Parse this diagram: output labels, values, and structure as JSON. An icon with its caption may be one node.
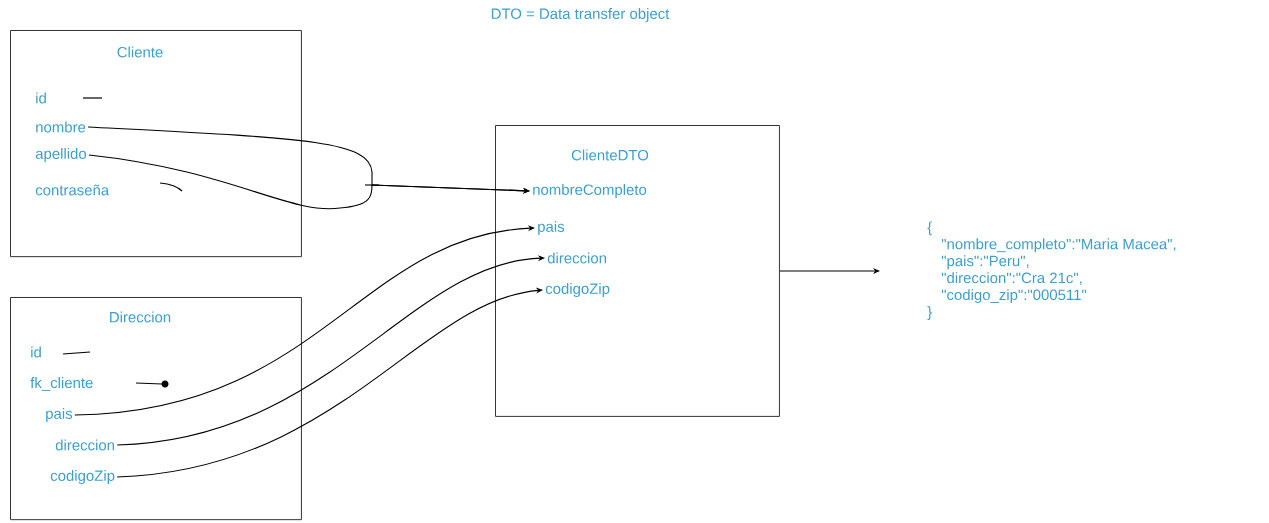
{
  "diagram": {
    "title": "DTO = Data transfer object",
    "nodes": [
      {
        "text": [
          "Cliente"
        ]
      },
      {
        "text": [
          "id"
        ],
        "in": 0
      },
      {
        "text": [
          "nombre"
        ],
        "in": 0
      },
      {
        "text": [
          "apellido"
        ],
        "in": 0
      },
      {
        "text": [
          "contraseña"
        ],
        "in": 0
      },
      {
        "text": [
          "ClienteDTO"
        ]
      },
      {
        "text": [
          "nombreCompleto"
        ],
        "in": 5
      },
      {
        "text": [
          "pais"
        ],
        "in": 5
      },
      {
        "text": [
          "direccion"
        ],
        "in": 5
      },
      {
        "text": [
          "codigoZip"
        ],
        "in": 5
      },
      {
        "text": [
          "Direccion"
        ]
      },
      {
        "text": [
          "id"
        ],
        "in": 10
      },
      {
        "text": [
          "fk_cliente"
        ],
        "in": 10
      },
      {
        "text": [
          "pais"
        ],
        "in": 10
      },
      {
        "text": [
          "direccion"
        ],
        "in": 10
      },
      {
        "text": [
          "codigoZip"
        ],
        "in": 10
      },
      {
        "text": [
          "{",
          "\"nombre_completo\":\"Maria Macea\",",
          "\"pais\":\"Peru\",",
          "\"direccion\":\"Cra 21c\",",
          "\"codigo_zip\":\"000511\"",
          "}"
        ]
      }
    ],
    "edges": [
      {
        "from": 2,
        "to": 6,
        "arrow": "to"
      },
      {
        "from": 3,
        "to": 6,
        "arrow": "to"
      },
      {
        "from": 13,
        "to": 7,
        "arrow": "to"
      },
      {
        "from": 14,
        "to": 8,
        "arrow": "to"
      },
      {
        "from": 15,
        "to": 9,
        "arrow": "to"
      },
      {
        "from": 5,
        "to": 16,
        "arrow": "to"
      }
    ]
  }
}
